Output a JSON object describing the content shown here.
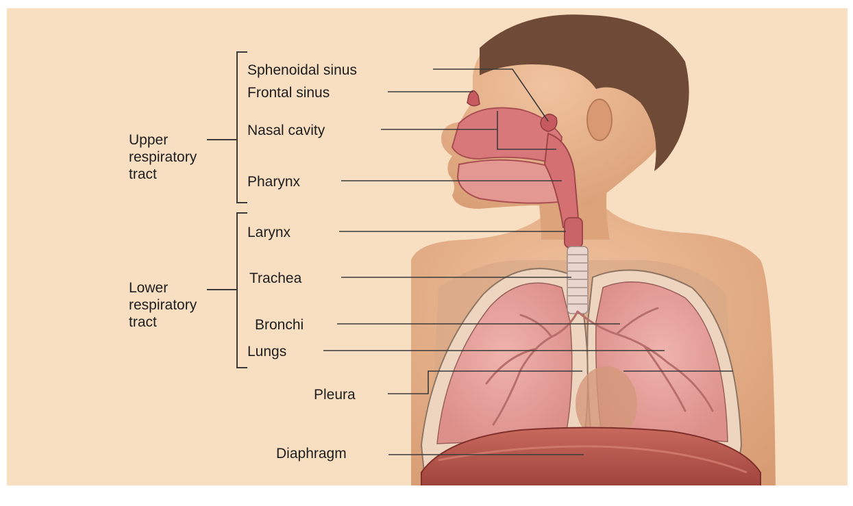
{
  "colors": {
    "background": "#f9dfc2",
    "skin": "#e9b58d",
    "hair": "#6f4a36",
    "airway": "#d9787a",
    "lung": "#e7a6a1",
    "pleura": "#eed5bf",
    "diaphragm": "#b8574d",
    "leader_line": "#3a3a3a"
  },
  "groups": {
    "upper": [
      "Upper",
      "respiratory",
      "tract"
    ],
    "lower": [
      "Lower",
      "respiratory",
      "tract"
    ]
  },
  "labels": {
    "sphenoidal_sinus": "Sphenoidal sinus",
    "frontal_sinus": "Frontal sinus",
    "nasal_cavity": "Nasal cavity",
    "pharynx": "Pharynx",
    "larynx": "Larynx",
    "trachea": "Trachea",
    "bronchi": "Bronchi",
    "lungs": "Lungs",
    "pleura": "Pleura",
    "diaphragm": "Diaphragm"
  }
}
